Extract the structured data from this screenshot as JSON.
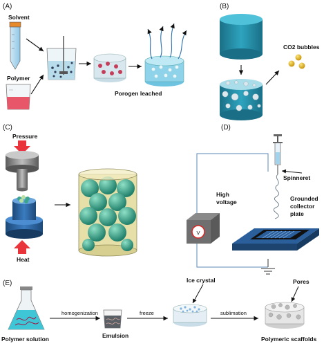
{
  "panels": {
    "a": {
      "label": "(A)",
      "solvent": "Solvent",
      "polymer": "Polymer",
      "porogen": "Porogen leached"
    },
    "b": {
      "label": "(B)",
      "bubbles": "CO2 bubbles"
    },
    "c": {
      "label": "(C)",
      "pressure": "Pressure",
      "heat": "Heat"
    },
    "d": {
      "label": "(D)",
      "spinneret": "Spinneret",
      "high_voltage_1": "High",
      "high_voltage_2": "voltage",
      "grounded_1": "Grounded",
      "grounded_2": "collector",
      "grounded_3": "plate",
      "meter": "V"
    },
    "e": {
      "label": "(E)",
      "polymer_solution": "Polymer solution",
      "homogenization": "homogenization",
      "emulsion": "Emulsion",
      "freeze": "freeze",
      "ice_crystal": "Ice crystal",
      "sublimation": "sublimation",
      "pores": "Pores",
      "scaffolds": "Polymeric scaffolds"
    }
  },
  "colors": {
    "cylinder_top": "#2e9fb8",
    "cylinder_body": "#1f7f96",
    "liquid": "#7fd4ea",
    "polymer_red": "#e8566a",
    "bubble_gold": "#e3b81a",
    "arrow": "#111111",
    "pressure_red": "#e8343a",
    "sphere_green": "#3aa58e",
    "machine_blue": "#2a5f9c",
    "frame_gray": "#6f6f6f"
  }
}
